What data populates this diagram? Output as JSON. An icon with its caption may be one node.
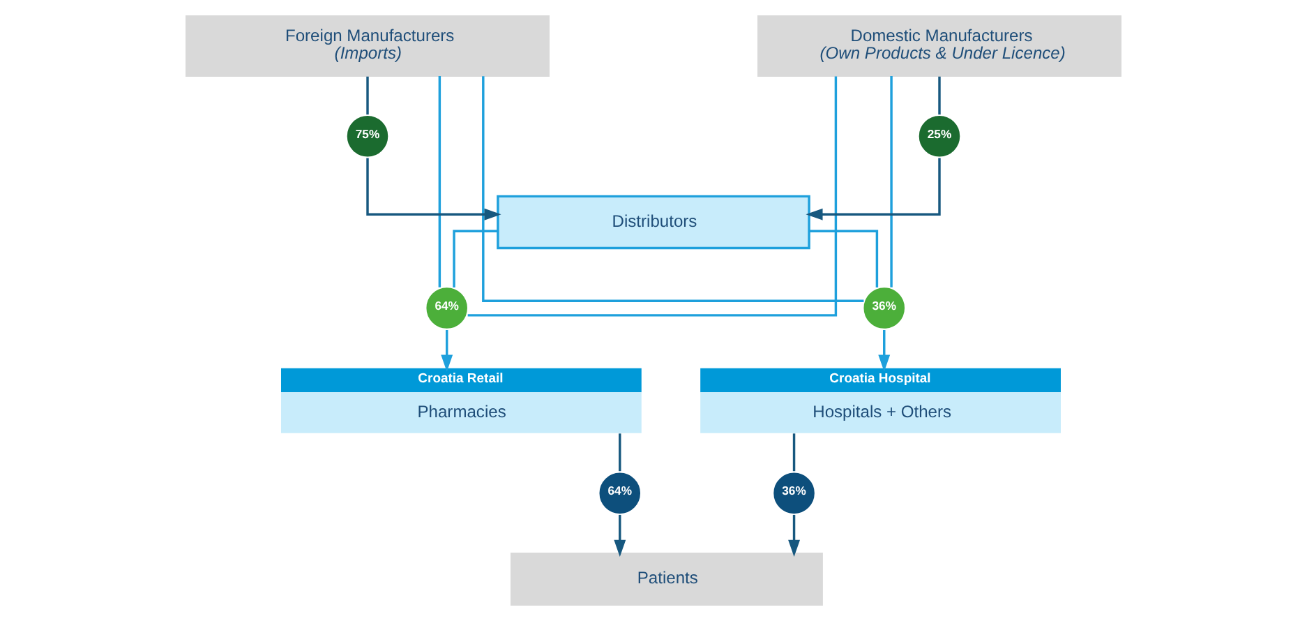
{
  "diagram": {
    "nodes": [
      {
        "text": [
          "Domestic Manufacturers",
          "(Own Products & Under Licence)"
        ]
      },
      {
        "text": [
          "Foreign Manufacturers",
          "(Imports)"
        ]
      },
      {
        "text": [
          "25%"
        ]
      },
      {
        "text": [
          "75%"
        ]
      },
      {
        "text": [
          "Distributors"
        ]
      },
      {
        "text": [
          "64%"
        ]
      },
      {
        "text": [
          "36%"
        ]
      },
      {
        "text": [
          "Croatia Retail",
          "Pharmacies"
        ]
      },
      {
        "text": [
          "Croatia Hospital",
          "Hospitals + Others"
        ]
      },
      {
        "text": [
          "64%"
        ]
      },
      {
        "text": [
          "36%"
        ]
      },
      {
        "text": [
          "Patients"
        ]
      }
    ],
    "edges": [
      {
        "from": 0,
        "to": 2,
        "arrow": "none"
      },
      {
        "from": 1,
        "to": 3,
        "arrow": "none"
      },
      {
        "from": 2,
        "to": 4,
        "arrow": "to"
      },
      {
        "from": 3,
        "to": 4,
        "arrow": "to"
      },
      {
        "from": 0,
        "to": 5,
        "arrow": "none",
        "color": "#1ea0dc"
      },
      {
        "from": 0,
        "to": 6,
        "arrow": "none",
        "color": "#1ea0dc"
      },
      {
        "from": 4,
        "to": 5,
        "arrow": "none",
        "color": "#1ea0dc"
      },
      {
        "from": 4,
        "to": 6,
        "arrow": "none",
        "color": "#1ea0dc"
      },
      {
        "from": 1,
        "to": 5,
        "arrow": "none",
        "color": "#1ea0dc"
      },
      {
        "from": 1,
        "to": 6,
        "arrow": "none",
        "color": "#1ea0dc"
      },
      {
        "from": 5,
        "to": 7,
        "arrow": "to",
        "color": "#1ea0dc"
      },
      {
        "from": 6,
        "to": 8,
        "arrow": "to",
        "color": "#1ea0dc"
      },
      {
        "from": 7,
        "to": 9,
        "arrow": "none"
      },
      {
        "from": 8,
        "to": 10,
        "arrow": "none"
      },
      {
        "from": 9,
        "to": 11,
        "arrow": "to"
      },
      {
        "from": 10,
        "to": 11,
        "arrow": "to"
      }
    ]
  }
}
